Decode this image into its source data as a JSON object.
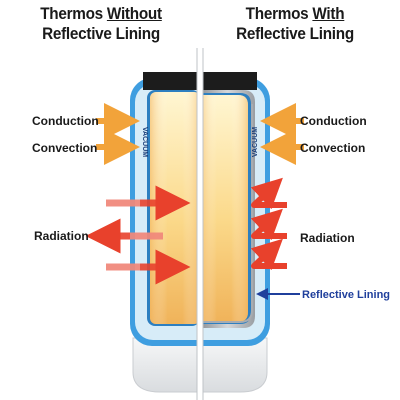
{
  "left_title": {
    "pre": "Thermos ",
    "emph": "Without",
    "line2": "Reflective Lining"
  },
  "right_title": {
    "pre": "Thermos ",
    "emph": "With",
    "line2": "Reflective Lining"
  },
  "labels": {
    "conduction_left": "Conduction",
    "convection_left": "Convection",
    "radiation_left": "Radiation",
    "conduction_right": "Conduction",
    "convection_right": "Convection",
    "radiation_right": "Radiation",
    "reflective_lining": "Reflective Lining",
    "vacuum_left": "VACUUM",
    "vacuum_right": "VACUUM"
  },
  "colors": {
    "outer_shell": "#3f9ee0",
    "vacuum_gap": "#d7ecf8",
    "liquid_top": "#fff3c4",
    "liquid_bottom": "#f2b55a",
    "lid": "#1c1c1c",
    "radiation_arrow": "#e8412c",
    "conduction_arrow": "#f2a33a",
    "reflective_label": "#1f3f9c",
    "reflective_lining": "#b9bcc0"
  }
}
